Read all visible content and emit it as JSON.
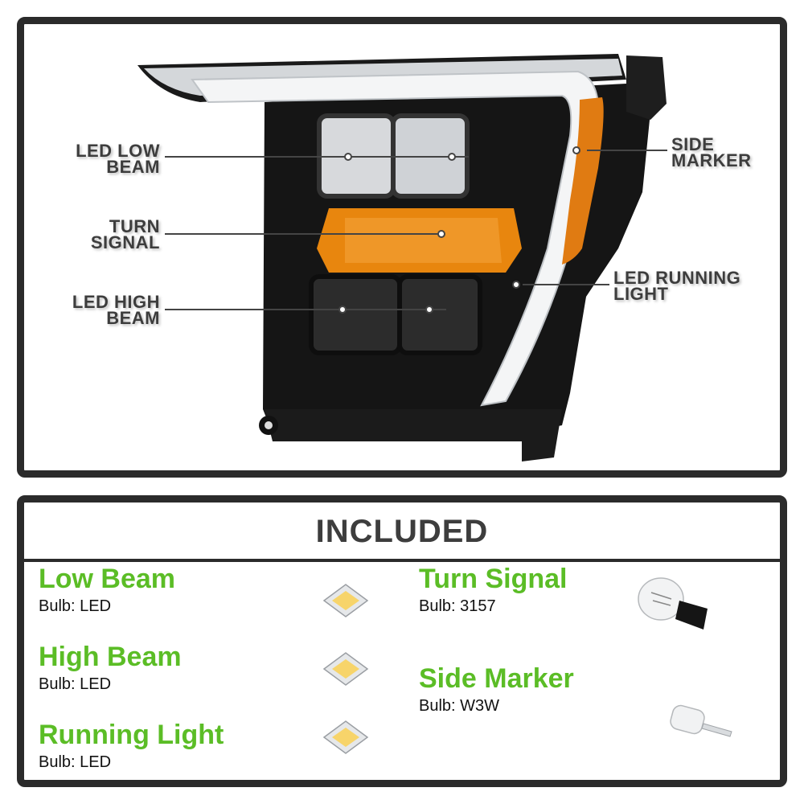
{
  "diagram": {
    "callouts": [
      {
        "id": "led-low-beam",
        "line1": "LED LOW",
        "line2": "BEAM"
      },
      {
        "id": "turn-signal",
        "line1": "TURN",
        "line2": "SIGNAL"
      },
      {
        "id": "led-high-beam",
        "line1": "LED HIGH",
        "line2": "BEAM"
      },
      {
        "id": "side-marker",
        "line1": "SIDE",
        "line2": "MARKER"
      },
      {
        "id": "led-running-light",
        "line1": "LED RUNNING",
        "line2": "LIGHT"
      }
    ]
  },
  "included": {
    "title": "INCLUDED",
    "items": [
      {
        "name": "Low Beam",
        "bulb": "Bulb: LED",
        "icon": "led-chip-icon"
      },
      {
        "name": "High Beam",
        "bulb": "Bulb: LED",
        "icon": "led-chip-icon"
      },
      {
        "name": "Running Light",
        "bulb": "Bulb: LED",
        "icon": "led-chip-icon"
      },
      {
        "name": "Turn Signal",
        "bulb": "Bulb: 3157",
        "icon": "bulb-3157-icon"
      },
      {
        "name": "Side Marker",
        "bulb": "Bulb: W3W",
        "icon": "bulb-w3w-icon"
      }
    ]
  },
  "colors": {
    "accent_green": "#5bbd26",
    "border": "#2b2b2b",
    "amber": "#e8860e",
    "label": "#3d3d3d"
  }
}
